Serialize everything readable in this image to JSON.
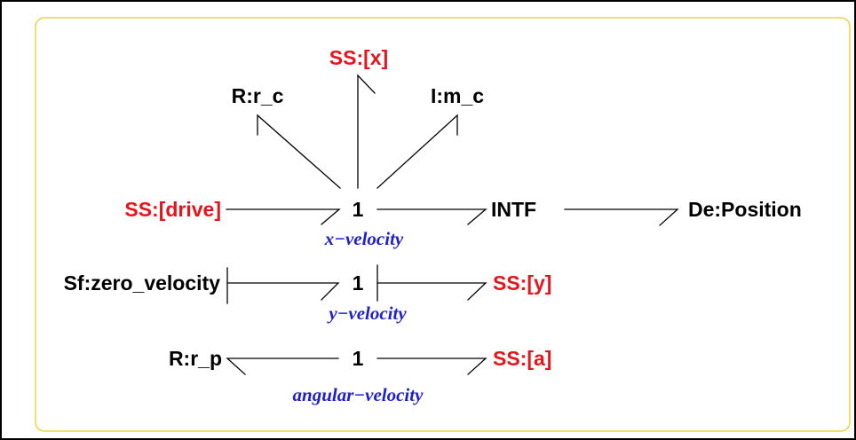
{
  "colors": {
    "component_label": "#000000",
    "source_sensor_label": "#e8141b",
    "flow_variable_label": "#1f1fd0",
    "frame": "#000000",
    "inner_border": "#f0c818"
  },
  "components": {
    "ss_x": "SS:[x]",
    "r_rc": "R:r_c",
    "i_mc": "I:m_c",
    "ss_drive": "SS:[drive]",
    "junction_x": "1",
    "intf": "INTF",
    "de_position": "De:Position",
    "sf_zero_velocity": "Sf:zero_velocity",
    "junction_y": "1",
    "ss_y": "SS:[y]",
    "r_rp": "R:r_p",
    "junction_a": "1",
    "ss_a": "SS:[a]"
  },
  "flow_labels": {
    "x": "x−velocity",
    "y": "y−velocity",
    "angular": "angular−velocity"
  }
}
